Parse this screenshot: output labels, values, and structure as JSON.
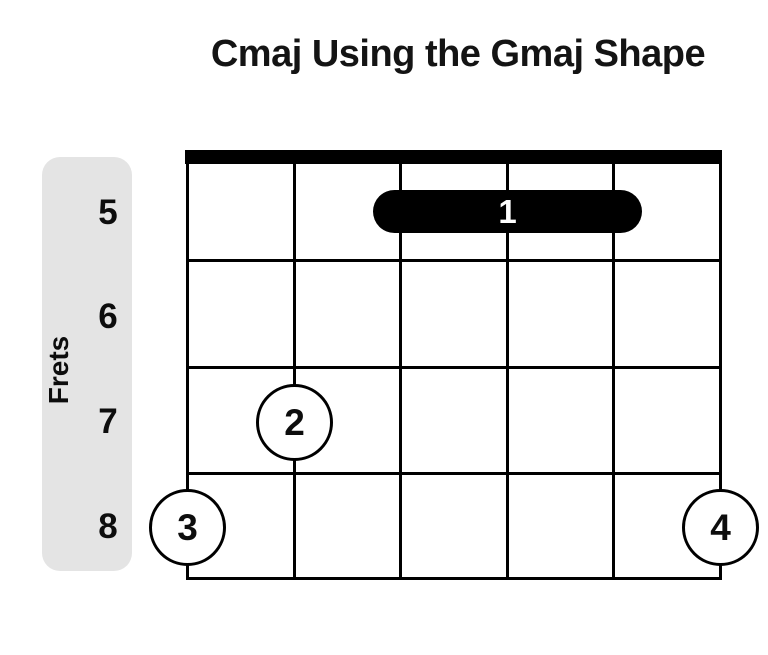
{
  "title": "Cmaj Using the Gmaj Shape",
  "axis_label": "Frets",
  "diagram": {
    "type": "guitar-chord-fretboard",
    "fret_labels": [
      "5",
      "6",
      "7",
      "8"
    ],
    "strings_count": 6,
    "frets_shown": 4,
    "barre": {
      "label": "1",
      "fret": 5,
      "from_string": 3,
      "to_string": 5
    },
    "fingers": [
      {
        "label": "2",
        "fret": 7,
        "string": 2
      },
      {
        "label": "3",
        "fret": 8,
        "string": 1
      },
      {
        "label": "4",
        "fret": 8,
        "string": 6
      }
    ],
    "colors": {
      "ink": "#000000",
      "panel": "#e4e4e4",
      "background": "#ffffff",
      "barre_label": "#ffffff"
    }
  }
}
